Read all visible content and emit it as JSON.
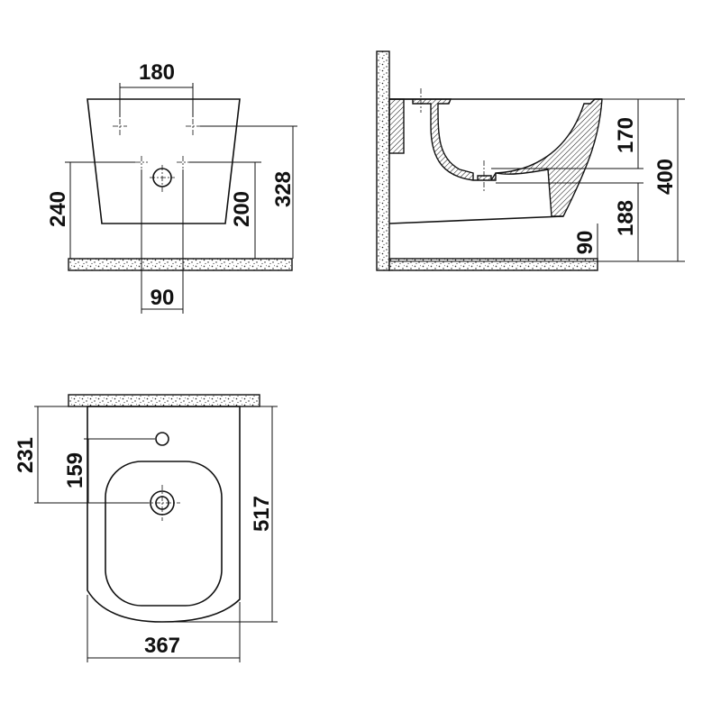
{
  "front_view": {
    "dim_width_holes": "180",
    "dim_height_left": "240",
    "dim_height_mid": "200",
    "dim_height_right": "328",
    "dim_bottom": "90"
  },
  "side_view": {
    "dim_bowl_depth": "170",
    "dim_total_height": "400",
    "dim_outlet_height": "188",
    "dim_floor_gap": "90"
  },
  "top_view": {
    "dim_tap_hole": "231",
    "dim_drain": "159",
    "dim_depth": "517",
    "dim_width": "367"
  }
}
